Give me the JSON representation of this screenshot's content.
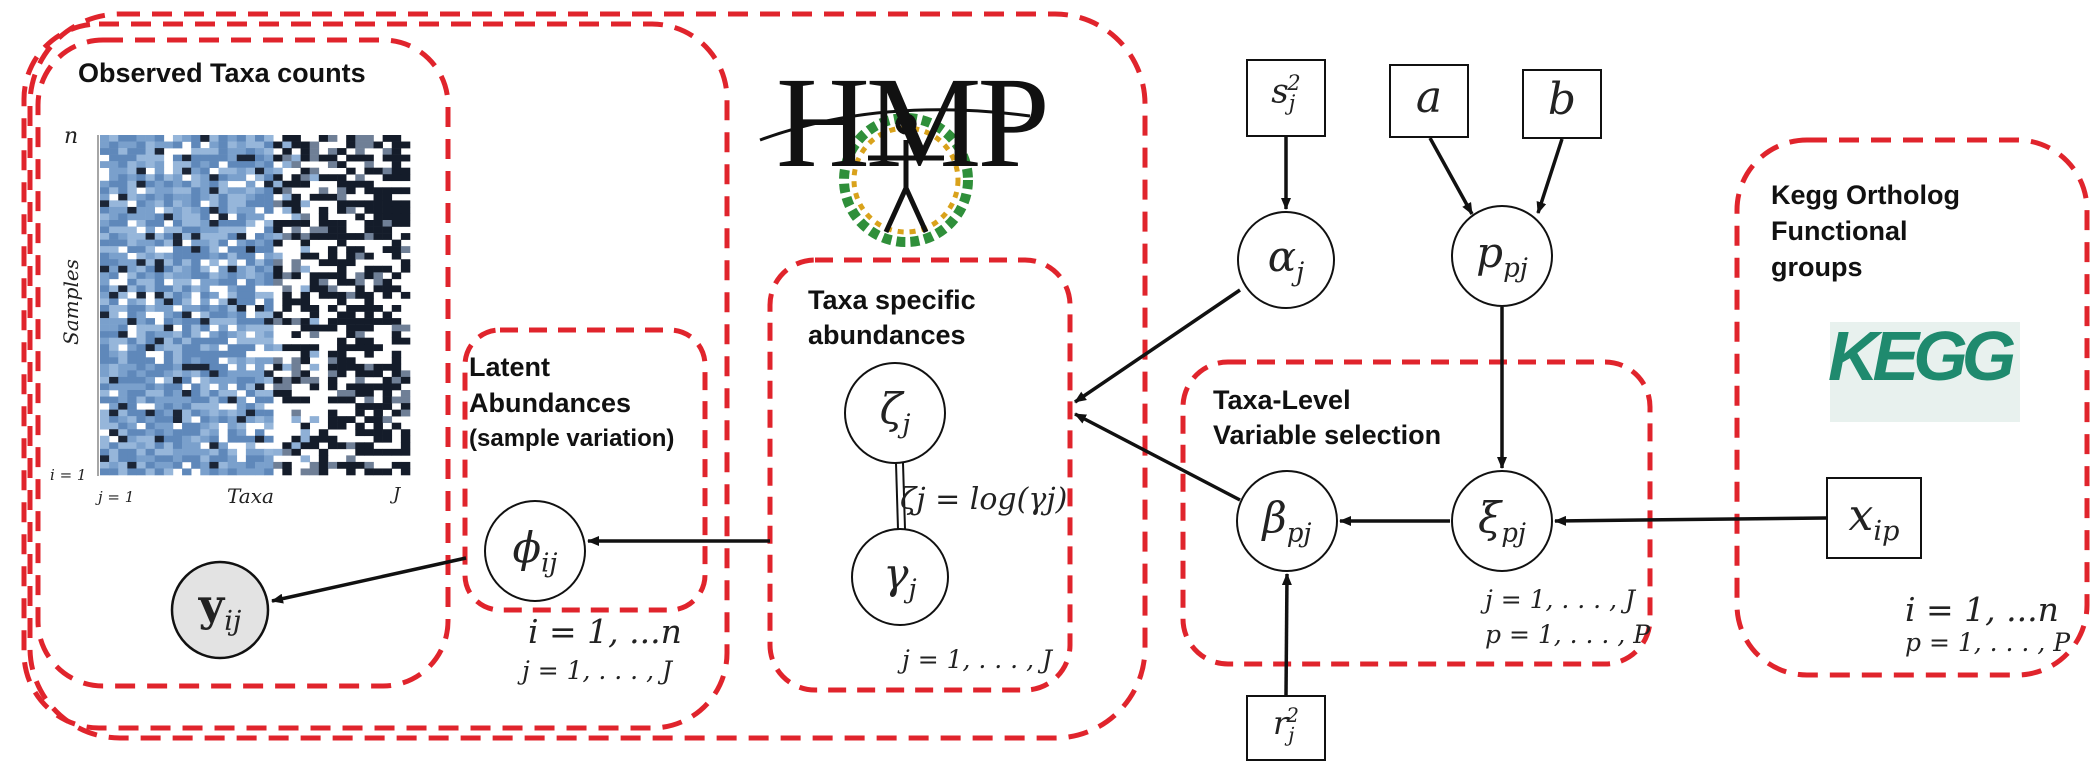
{
  "labels": {
    "observed": "Observed Taxa counts",
    "latent_line1": "Latent",
    "latent_line2": "Abundances",
    "latent_line3": "(sample variation)",
    "taxa_specific_line1": "Taxa specific",
    "taxa_specific_line2": "abundances",
    "variable_line1": "Taxa-Level",
    "variable_line2": "Variable selection",
    "kegg_line1": "Kegg Ortholog",
    "kegg_line2": "Functional",
    "kegg_line3": "groups"
  },
  "heatmap": {
    "y_top": "n",
    "y_bottom": "i = 1",
    "y_axis": "Samples",
    "x_left": "j = 1",
    "x_axis": "Taxa",
    "x_right": "J"
  },
  "logos": {
    "hmp": "HMP",
    "kegg": "KEGG"
  },
  "nodes": {
    "s": "s",
    "s_sub": "j",
    "s_sup": "2",
    "a": "a",
    "b": "b",
    "alpha": "α",
    "alpha_sub": "j",
    "p": "p",
    "p_sub": "pj",
    "zeta": "ζ",
    "zeta_sub": "j",
    "gamma": "γ",
    "gamma_sub": "j",
    "phi": "ϕ",
    "phi_sub": "ij",
    "y": "y",
    "y_sub": "ij",
    "beta": "β",
    "beta_sub": "pj",
    "xi": "ξ",
    "xi_sub": "pj",
    "x": "x",
    "x_sub": "ip",
    "r": "r",
    "r_sub": "j",
    "r_sup": "2"
  },
  "annotations": {
    "zeta_gamma": "ζj = log(γj)",
    "latent_i": "i = 1, ...n",
    "latent_j": "j = 1, . . . , J",
    "taxa_j": "j = 1, . . . , J",
    "variable_j": "j = 1, . . . , J",
    "variable_p": "p = 1, . . . , P",
    "kegg_i": "i = 1, ...n",
    "kegg_p": "p = 1, . . . , P"
  },
  "colors": {
    "frame": "#e0242c",
    "arrow": "#111111",
    "heatmap_blue": "#6f95c3",
    "heatmap_dark": "#141c2a",
    "kegg_green": "#1f8a6e",
    "y_fill": "#e3e3e3"
  }
}
